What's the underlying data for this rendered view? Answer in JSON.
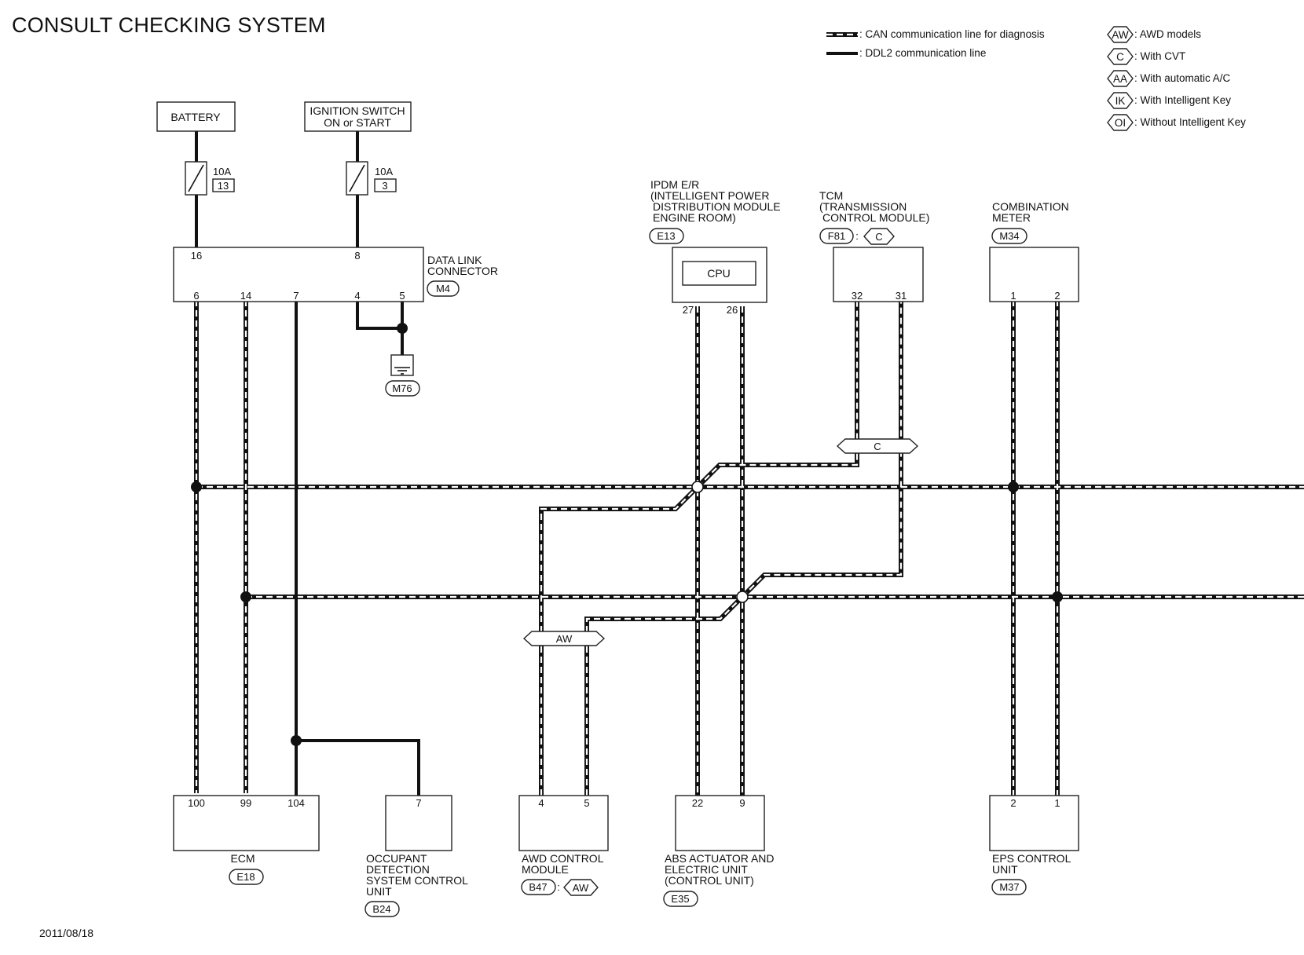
{
  "title": "CONSULT CHECKING SYSTEM",
  "date": "2011/08/18",
  "legend": {
    "lines": [
      {
        "style": "can",
        "text": ": CAN communication line for diagnosis"
      },
      {
        "style": "ddl2",
        "text": ": DDL2 communication line"
      }
    ],
    "options": [
      {
        "code": "AW",
        "text": ": AWD models"
      },
      {
        "code": "C",
        "text": ": With CVT"
      },
      {
        "code": "AA",
        "text": ": With automatic A/C"
      },
      {
        "code": "IK",
        "text": ": With Intelligent Key"
      },
      {
        "code": "OI",
        "text": ": Without Intelligent Key"
      }
    ]
  },
  "power": {
    "battery": {
      "label": "BATTERY",
      "fuse_rating": "10A",
      "fuse_no": "13"
    },
    "ignition": {
      "label_line1": "IGNITION SWITCH",
      "label_line2": "ON or START",
      "fuse_rating": "10A",
      "fuse_no": "3"
    }
  },
  "dlc": {
    "label_line1": "DATA LINK",
    "label_line2": "CONNECTOR",
    "connector": "M4",
    "pins_top": [
      "16",
      "8"
    ],
    "pins_bottom": [
      "6",
      "14",
      "7",
      "4",
      "5"
    ],
    "ground": "M76"
  },
  "ipdm": {
    "line1": "IPDM E/R",
    "line2": "(INTELLIGENT POWER",
    "line3": "DISTRIBUTION MODULE",
    "line4": "ENGINE ROOM)",
    "connector": "E13",
    "inner": "CPU",
    "pins": [
      "27",
      "26"
    ]
  },
  "tcm": {
    "line1": "TCM",
    "line2": "(TRANSMISSION",
    "line3": "CONTROL MODULE)",
    "connector": "F81",
    "separator": ":",
    "option": "C",
    "pins": [
      "32",
      "31"
    ]
  },
  "meter": {
    "line1": "COMBINATION",
    "line2": "METER",
    "connector": "M34",
    "pins": [
      "1",
      "2"
    ]
  },
  "ecm": {
    "label": "ECM",
    "connector": "E18",
    "pins": [
      "100",
      "99",
      "104"
    ]
  },
  "ods": {
    "line1": "OCCUPANT",
    "line2": "DETECTION",
    "line3": "SYSTEM CONTROL",
    "line4": "UNIT",
    "connector": "B24",
    "pins": [
      "7"
    ]
  },
  "awd": {
    "line1": "AWD CONTROL",
    "line2": "MODULE",
    "connector": "B47",
    "separator": ":",
    "option": "AW",
    "pins": [
      "4",
      "5"
    ]
  },
  "abs": {
    "line1": "ABS ACTUATOR AND",
    "line2": "ELECTRIC UNIT",
    "line3": "(CONTROL UNIT)",
    "connector": "E35",
    "pins": [
      "22",
      "9"
    ]
  },
  "eps": {
    "line1": "EPS CONTROL",
    "line2": "UNIT",
    "connector": "M37",
    "pins": [
      "2",
      "1"
    ]
  },
  "markers": {
    "cvt": "C",
    "awd": "AW"
  }
}
